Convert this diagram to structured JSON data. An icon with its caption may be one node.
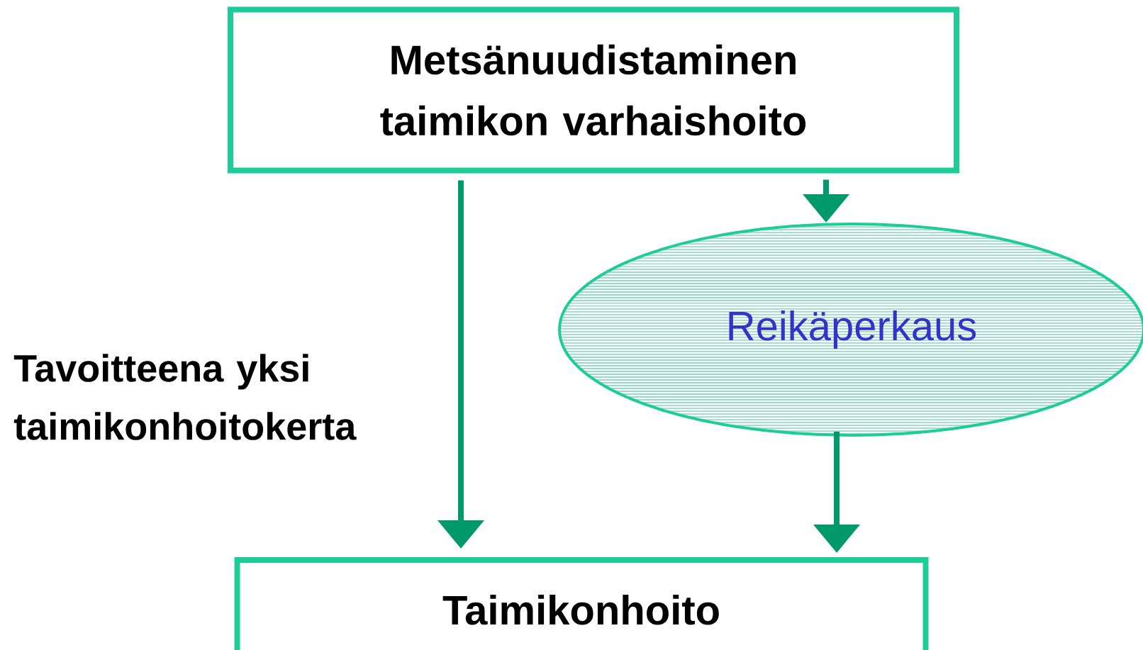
{
  "diagram": {
    "nodes": [
      {
        "text": [
          "Metsänuudistaminen taimikon varhaishoito"
        ]
      },
      {
        "text": [
          "Reikäperkaus"
        ]
      },
      {
        "text": [
          "Taimikonhoito"
        ]
      }
    ],
    "edges": [
      {
        "from": 0,
        "to": 2,
        "arrow": "to",
        "label": "Tavoitteena yksi taimikonhoitokerta"
      },
      {
        "from": 0,
        "to": 1,
        "arrow": "to"
      },
      {
        "from": 1,
        "to": 2,
        "arrow": "to"
      }
    ]
  }
}
